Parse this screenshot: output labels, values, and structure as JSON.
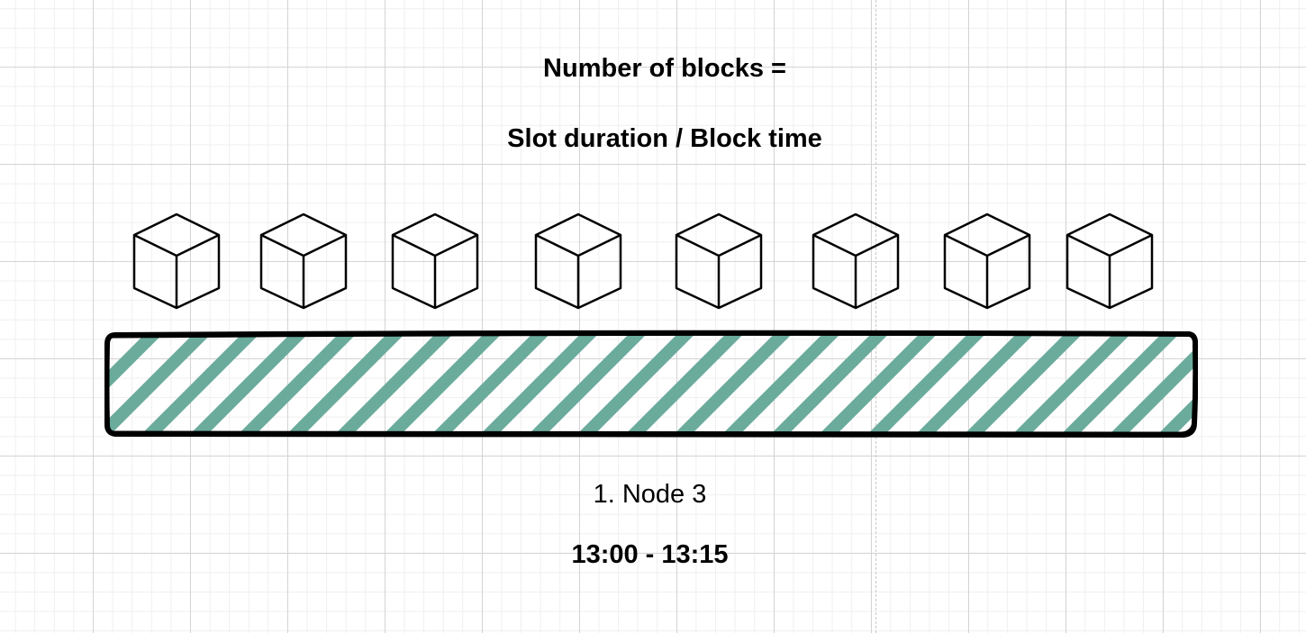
{
  "formula": {
    "line1": "Number of blocks =",
    "line2": "Slot duration / Block time"
  },
  "blocks": {
    "count": 8,
    "icon": "cube-icon"
  },
  "slot": {
    "node_label": "1. Node 3",
    "time_range": "13:00 - 13:15",
    "fill_color": "#6aab9c",
    "fill_pattern": "diagonal-hatch",
    "border_color": "#000000"
  }
}
